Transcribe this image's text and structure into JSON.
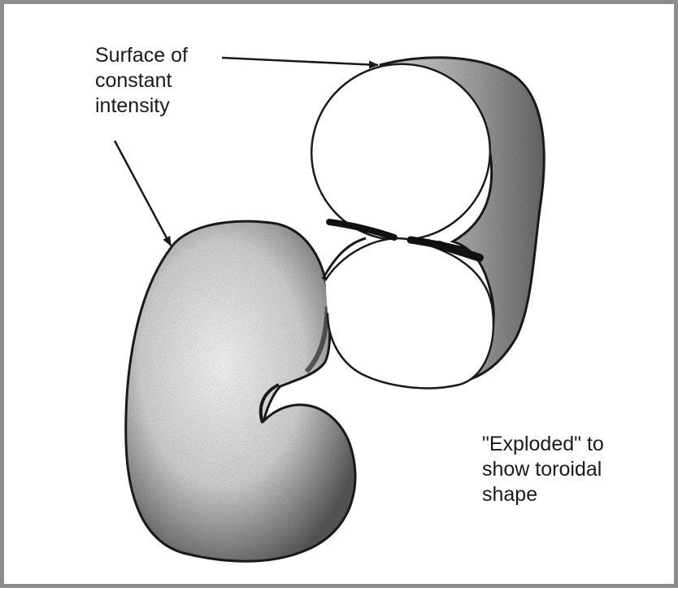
{
  "labels": {
    "surface": [
      "Surface of",
      "constant",
      "intensity"
    ],
    "exploded": [
      "\"Exploded\" to",
      "show toroidal",
      "shape"
    ]
  }
}
